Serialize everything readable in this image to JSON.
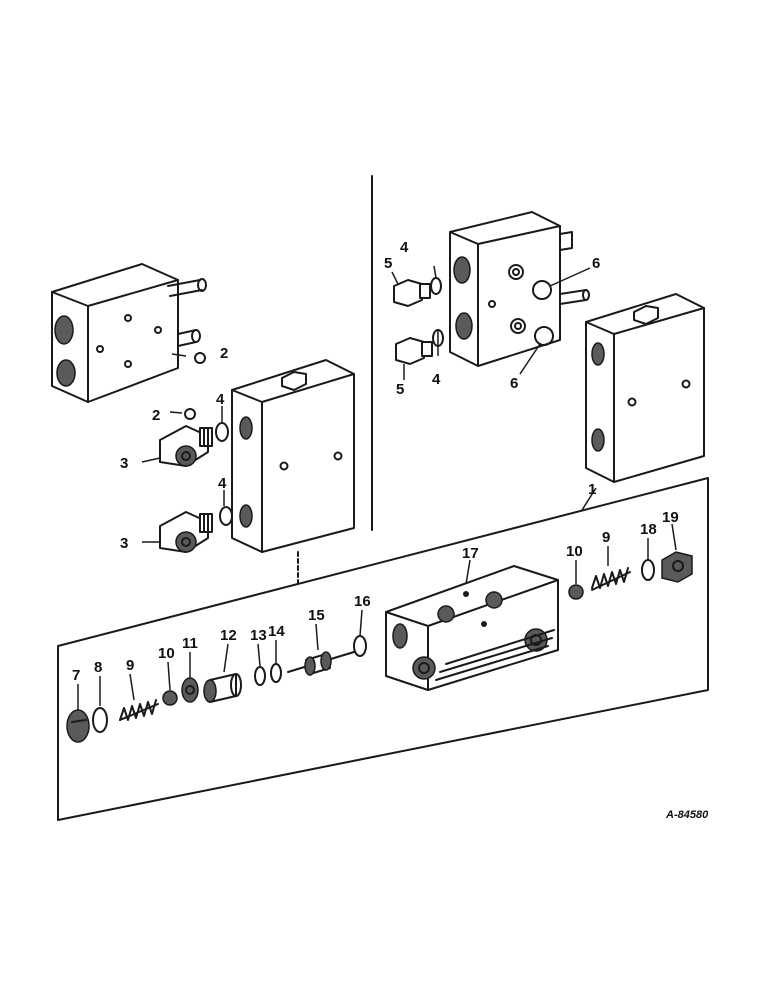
{
  "figure_id": "A-84580",
  "callouts": {
    "c1": "1",
    "c2a": "2",
    "c2b": "2",
    "c3a": "3",
    "c3b": "3",
    "c4a": "4",
    "c4b": "4",
    "c4c": "4",
    "c4d": "4",
    "c5a": "5",
    "c5b": "5",
    "c6a": "6",
    "c6b": "6",
    "c7": "7",
    "c8": "8",
    "c9a": "9",
    "c9b": "9",
    "c10a": "10",
    "c10b": "10",
    "c11": "11",
    "c12": "12",
    "c13": "13",
    "c14": "14",
    "c15": "15",
    "c16": "16",
    "c17": "17",
    "c18": "18",
    "c19": "19"
  }
}
